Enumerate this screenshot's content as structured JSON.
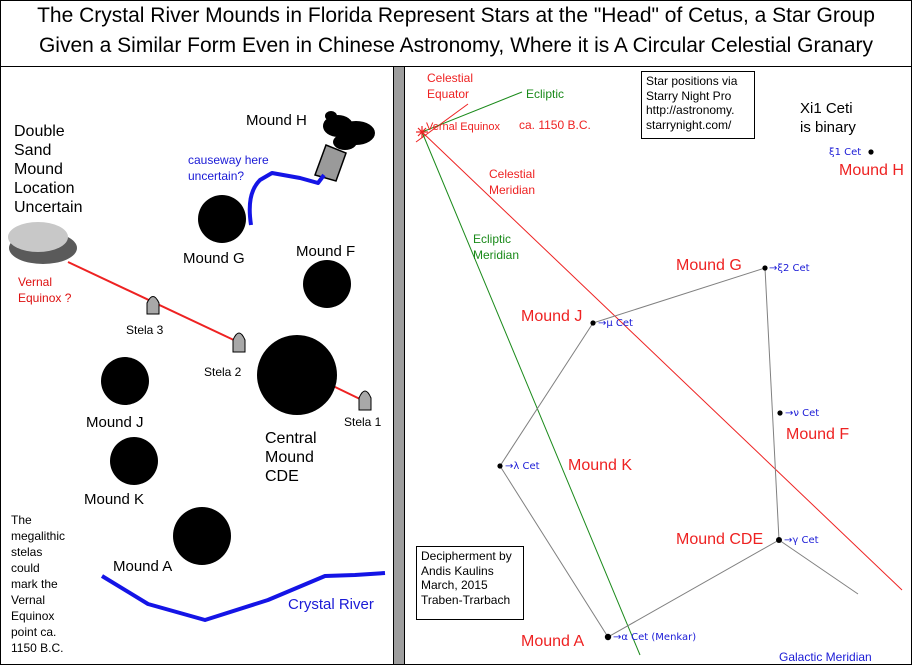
{
  "title": {
    "line1": "The Crystal River Mounds in Florida Represent Stars at the \"Head\" of Cetus, a Star Group",
    "line2": "Given a Similar Form Even in Chinese Astronomy, Where it is A Circular Celestial Granary"
  },
  "left": {
    "double_sand_mound": [
      "Double",
      "Sand",
      "Mound",
      "Location",
      "Uncertain"
    ],
    "vernal_equinox": [
      "Vernal",
      "Equinox ?"
    ],
    "causeway": [
      "causeway here",
      "uncertain?"
    ],
    "mound_h": "Mound H",
    "mound_g": "Mound G",
    "mound_f": "Mound F",
    "mound_j": "Mound J",
    "mound_k": "Mound K",
    "mound_a": "Mound A",
    "central": [
      "Central",
      "Mound",
      "CDE"
    ],
    "stela1": "Stela 1",
    "stela2": "Stela 2",
    "stela3": "Stela 3",
    "megalithic_note": [
      "The",
      "megalithic",
      "stelas",
      "could",
      "mark the",
      "Vernal",
      "Equinox",
      "point ca.",
      "1150 B.C."
    ],
    "crystal_river": "Crystal River"
  },
  "right": {
    "celestial_equator": [
      "Celestial",
      "Equator"
    ],
    "ecliptic": "Ecliptic",
    "vernal_equinox": "Vernal Equinox",
    "date": "ca. 1150 B.C.",
    "star_positions": [
      "Star positions via",
      "Starry Night Pro",
      "http://astronomy.",
      "starrynight.com/"
    ],
    "xi1_note": [
      "Xi1 Ceti",
      "is binary"
    ],
    "celestial_meridian": [
      "Celestial",
      "Meridian"
    ],
    "ecliptic_meridian": [
      "Ecliptic",
      "Meridian"
    ],
    "galactic_meridian": "Galactic Meridian",
    "decipherment": [
      "Decipherment by",
      "Andis Kaulins",
      "March, 2015",
      "Traben-Trarbach"
    ],
    "mound_labels": {
      "h": "Mound H",
      "g": "Mound G",
      "j": "Mound J",
      "f": "Mound F",
      "k": "Mound K",
      "cde": "Mound CDE",
      "a": "Mound A"
    },
    "stars": {
      "xi1": "ξ1 Cet",
      "xi2": "→ξ2 Cet",
      "mu": "→μ Cet",
      "nu": "→ν Cet",
      "lambda": "→λ Cet",
      "gamma": "→γ Cet",
      "alpha": "→α Cet (Menkar)"
    }
  },
  "colors": {
    "mound_red": "#ee2222",
    "star_blue": "#1a1ad6",
    "ecliptic_green": "#1a8a1a",
    "river_blue": "#1414e6",
    "divider_gray": "#9e9e9e"
  }
}
